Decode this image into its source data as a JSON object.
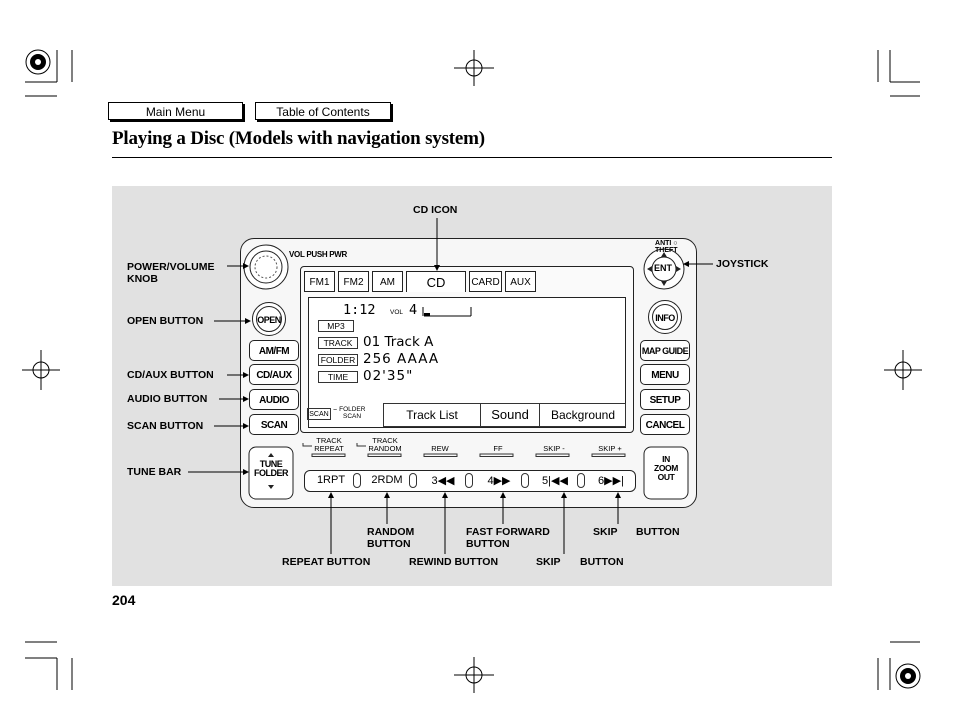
{
  "nav": {
    "main_menu": "Main Menu",
    "table_of_contents": "Table of Contents"
  },
  "page": {
    "title": "Playing a Disc (Models with navigation system)",
    "number": "204"
  },
  "callouts": {
    "cd_icon": "CD ICON",
    "power_volume_knob_1": "POWER/VOLUME",
    "power_volume_knob_2": "KNOB",
    "open_button": "OPEN BUTTON",
    "cd_aux_button": "CD/AUX BUTTON",
    "audio_button": "AUDIO BUTTON",
    "scan_button": "SCAN BUTTON",
    "tune_bar": "TUNE BAR",
    "joystick": "JOYSTICK",
    "random_button_1": "RANDOM",
    "random_button_2": "BUTTON",
    "fast_forward_button_1": "FAST FORWARD",
    "fast_forward_button_2": "BUTTON",
    "skip_button_top": "SKIP",
    "button_top": "BUTTON",
    "repeat_button": "REPEAT BUTTON",
    "rewind_button": "REWIND BUTTON",
    "skip_button_bottom": "SKIP",
    "button_bottom": "BUTTON"
  },
  "faceplate": {
    "vol_pwr": "VOL PUSH PWR",
    "anti_theft_1": "ANTI",
    "anti_theft_2": "THEFT",
    "left_buttons": {
      "open": "OPEN",
      "am_fm": "AM/FM",
      "cd_aux": "CD/AUX",
      "audio": "AUDIO",
      "scan": "SCAN",
      "tune_folder_1": "TUNE",
      "tune_folder_2": "FOLDER"
    },
    "right_buttons": {
      "ent": "ENT",
      "info": "INFO",
      "map_guide": "MAP GUIDE",
      "menu": "MENU",
      "setup": "SETUP",
      "cancel": "CANCEL",
      "zoom_1": "IN",
      "zoom_2": "ZOOM",
      "zoom_3": "OUT"
    },
    "tabs": [
      "FM1",
      "FM2",
      "AM",
      "CD",
      "CARD",
      "AUX"
    ],
    "display": {
      "time": "1:12",
      "vol_label": "VOL",
      "vol_value": "4",
      "mp3": "MP3",
      "track_label": "TRACK",
      "track_value": "01  Track  A",
      "folder_label": "FOLDER",
      "folder_value": "256  AAAA",
      "time_label": "TIME",
      "time_value": "02'35\"",
      "scan_label": "SCAN",
      "folder_scan_1": "FOLDER",
      "folder_scan_2": "SCAN",
      "menu": [
        "Track  List",
        "Sound",
        "Background"
      ]
    },
    "functions": {
      "track_repeat_1": "TRACK",
      "track_repeat_2": "REPEAT",
      "track_random_1": "TRACK",
      "track_random_2": "RANDOM",
      "rew": "REW",
      "ff": "FF",
      "skip_minus": "SKIP -",
      "skip_plus": "SKIP +"
    },
    "presets": [
      "1RPT",
      "2RDM",
      "3◀◀",
      "4▶▶",
      "5|◀◀",
      "6▶▶|"
    ]
  },
  "colors": {
    "panel_bg": "#e1e1e1",
    "line": "#000000"
  }
}
